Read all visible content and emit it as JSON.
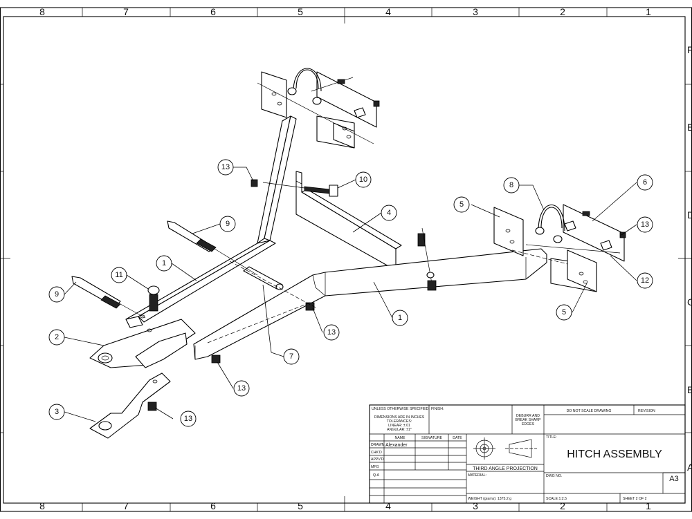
{
  "zones": {
    "columns": [
      "8",
      "7",
      "6",
      "5",
      "4",
      "3",
      "2",
      "1"
    ],
    "rows": [
      "F",
      "E",
      "D",
      "C",
      "B",
      "A"
    ]
  },
  "balloons": [
    "13",
    "10",
    "4",
    "9",
    "1",
    "11",
    "9",
    "2",
    "3",
    "7",
    "13",
    "13",
    "13",
    "1",
    "5",
    "5",
    "8",
    "6",
    "13",
    "12"
  ],
  "title_block": {
    "tolerance_note": "UNLESS OTHERWISE SPECIFIED:",
    "dims_line1": "DIMENSIONS ARE IN INCHES",
    "dims_line2": "TOLERANCES:",
    "dims_line3": "LINEAR: ±.01",
    "dims_line4": "ANGULAR: ±1°",
    "finish_label": "FINISH:",
    "deburr_line1": "DEBURR AND",
    "deburr_line2": "BREAK SHARP",
    "deburr_line3": "EDGES",
    "no_scale": "DO NOT SCALE DRAWING",
    "revision_label": "REVISION",
    "col_name": "NAME",
    "col_signature": "SIGNATURE",
    "col_date": "DATE",
    "rows": [
      "DRAWN",
      "CHK'D",
      "APPV'D",
      "MFG",
      "Q.A"
    ],
    "drawn_by": "Alexander",
    "projection": "THIRD ANGLE PROJECTION",
    "material_label": "MATERIAL:",
    "weight": "WEIGHT (grams): 1375.2 g",
    "title_label": "TITLE:",
    "title": "HITCH ASSEMBLY",
    "dwg_no_label": "DWG NO.",
    "sheet_size": "A3",
    "scale": "SCALE:1:2.5",
    "sheet": "SHEET 2 OF 2"
  }
}
